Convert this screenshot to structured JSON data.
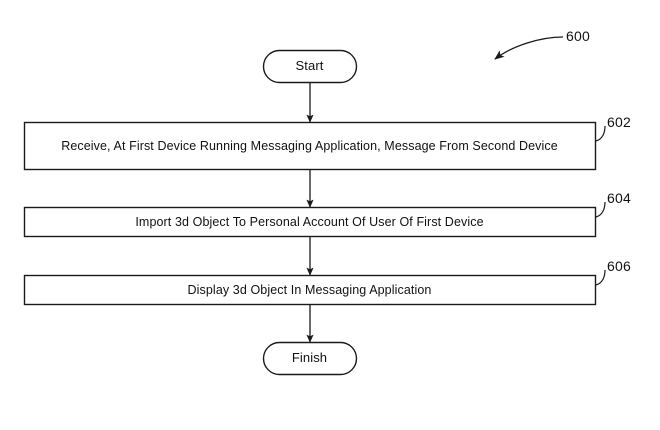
{
  "figure": {
    "reference_numeral": "600",
    "background_color": "#ffffff",
    "stroke_color": "#1a1a1a"
  },
  "nodes": [
    {
      "id": "start",
      "type": "terminator",
      "label": "Start"
    },
    {
      "id": "step-1",
      "type": "process",
      "label": "Receive, At First Device Running Messaging Application, Message From Second Device",
      "reference_numeral": "602"
    },
    {
      "id": "step-2",
      "type": "process",
      "label": "Import 3d Object To Personal Account Of User Of First Device",
      "reference_numeral": "604"
    },
    {
      "id": "step-3",
      "type": "process",
      "label": "Display 3d Object In Messaging Application",
      "reference_numeral": "606"
    },
    {
      "id": "finish",
      "type": "terminator",
      "label": "Finish"
    }
  ],
  "connectors": [
    {
      "from": "start",
      "to": "step-1",
      "arrowhead": "solid-triangle"
    },
    {
      "from": "step-1",
      "to": "step-2",
      "arrowhead": "solid-triangle"
    },
    {
      "from": "step-2",
      "to": "step-3",
      "arrowhead": "solid-triangle"
    },
    {
      "from": "step-3",
      "to": "finish",
      "arrowhead": "solid-triangle"
    }
  ]
}
